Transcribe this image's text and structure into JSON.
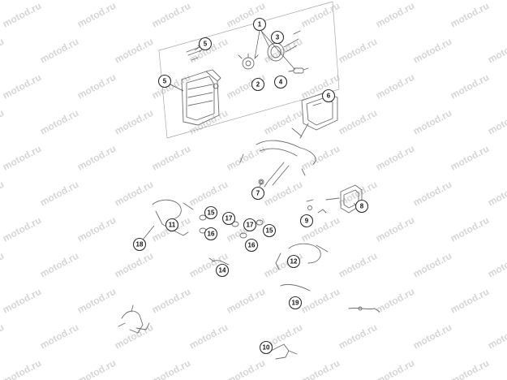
{
  "watermark": "motod.ru",
  "callouts": [
    {
      "id": "callout-1",
      "label": "1"
    },
    {
      "id": "callout-2",
      "label": "2"
    },
    {
      "id": "callout-3",
      "label": "3"
    },
    {
      "id": "callout-4",
      "label": "4"
    },
    {
      "id": "callout-5a",
      "label": "5"
    },
    {
      "id": "callout-5b",
      "label": "5"
    },
    {
      "id": "callout-6",
      "label": "6"
    },
    {
      "id": "callout-7",
      "label": "7"
    },
    {
      "id": "callout-8",
      "label": "8"
    },
    {
      "id": "callout-9",
      "label": "9"
    },
    {
      "id": "callout-10",
      "label": "10"
    },
    {
      "id": "callout-11",
      "label": "11"
    },
    {
      "id": "callout-12",
      "label": "12"
    },
    {
      "id": "callout-14",
      "label": "14"
    },
    {
      "id": "callout-15a",
      "label": "15"
    },
    {
      "id": "callout-15b",
      "label": "15"
    },
    {
      "id": "callout-16a",
      "label": "16"
    },
    {
      "id": "callout-16b",
      "label": "16"
    },
    {
      "id": "callout-17a",
      "label": "17"
    },
    {
      "id": "callout-17b",
      "label": "17"
    },
    {
      "id": "callout-18",
      "label": "18"
    },
    {
      "id": "callout-19",
      "label": "19"
    }
  ]
}
